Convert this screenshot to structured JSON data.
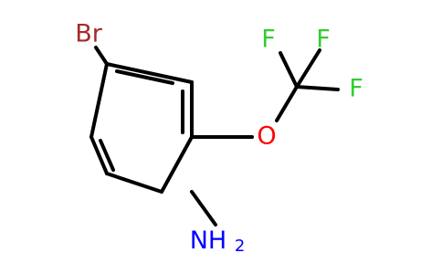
{
  "molecule": {
    "atoms": {
      "br": {
        "text": "Br",
        "color": "#A52A2A"
      },
      "o": {
        "text": "O",
        "color": "#FF0000"
      },
      "f1": {
        "text": "F",
        "color": "#32CD32"
      },
      "f2": {
        "text": "F",
        "color": "#32CD32"
      },
      "f3": {
        "text": "F",
        "color": "#32CD32"
      },
      "nh2": {
        "text": "NH",
        "subscript": "2",
        "color": "#0000FF"
      }
    },
    "bond_color": "#000000"
  }
}
